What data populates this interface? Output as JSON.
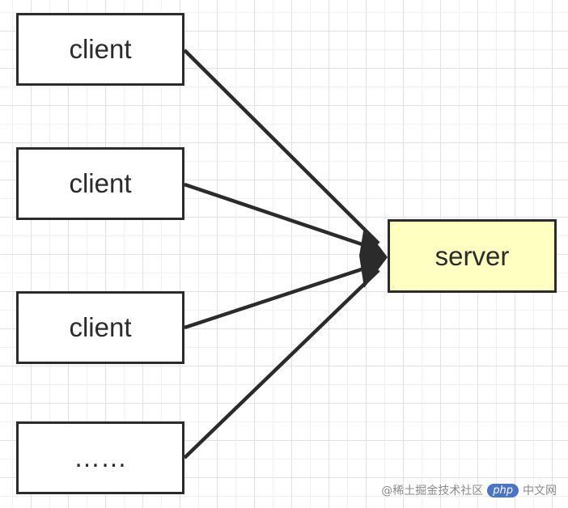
{
  "diagram": {
    "clients": [
      {
        "label": "client"
      },
      {
        "label": "client"
      },
      {
        "label": "client"
      },
      {
        "label": "……"
      }
    ],
    "server": {
      "label": "server"
    },
    "edges": [
      {
        "from": "client-1",
        "to": "server"
      },
      {
        "from": "client-2",
        "to": "server"
      },
      {
        "from": "client-3",
        "to": "server"
      },
      {
        "from": "client-4",
        "to": "server"
      }
    ]
  },
  "watermark": {
    "source_text": "@稀土掘金技术社区",
    "logo_text": "php",
    "logo_suffix": "中文网"
  },
  "colors": {
    "server_fill": "#ffffc2",
    "stroke": "#2b2b2b",
    "grid": "#e2e2e2"
  }
}
